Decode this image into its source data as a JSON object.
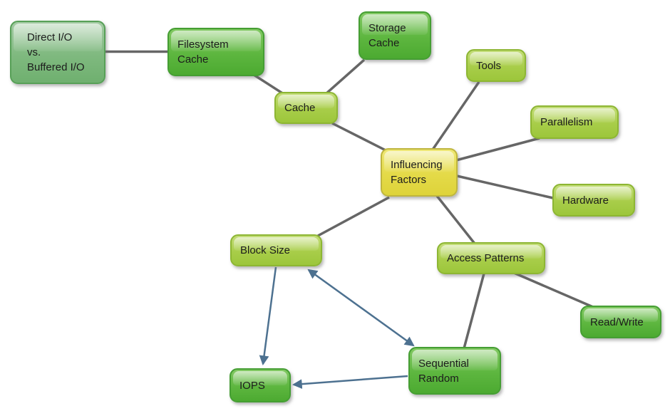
{
  "colors": {
    "node_green": "#4caa31",
    "node_lime": "#9cc63b",
    "node_yellow": "#ded33a",
    "node_sage": "#6fb06f",
    "connector_gray": "#666666",
    "arrow_blue": "#4d7190",
    "text": "#1c1c1c",
    "background": "#ffffff"
  },
  "diagram": {
    "nodes": [
      {
        "id": "direct-io",
        "label": "Direct I/O\nvs.\nBuffered I/O",
        "style": "sage"
      },
      {
        "id": "filesystem-cache",
        "label": "Filesystem\nCache",
        "style": "green"
      },
      {
        "id": "storage-cache",
        "label": "Storage\nCache",
        "style": "green"
      },
      {
        "id": "cache",
        "label": "Cache",
        "style": "lime"
      },
      {
        "id": "tools",
        "label": "Tools",
        "style": "lime"
      },
      {
        "id": "parallelism",
        "label": "Parallelism",
        "style": "lime"
      },
      {
        "id": "influencing-factors",
        "label": "Influencing\nFactors",
        "style": "yellow"
      },
      {
        "id": "hardware",
        "label": "Hardware",
        "style": "lime"
      },
      {
        "id": "block-size",
        "label": "Block Size",
        "style": "lime"
      },
      {
        "id": "access-patterns",
        "label": "Access Patterns",
        "style": "lime"
      },
      {
        "id": "read-write",
        "label": "Read/Write",
        "style": "green"
      },
      {
        "id": "sequential-random",
        "label": "Sequential\nRandom",
        "style": "green"
      },
      {
        "id": "iops",
        "label": "IOPS",
        "style": "green"
      }
    ],
    "edges": [
      {
        "from": "direct-io",
        "to": "filesystem-cache"
      },
      {
        "from": "filesystem-cache",
        "to": "cache"
      },
      {
        "from": "storage-cache",
        "to": "cache"
      },
      {
        "from": "cache",
        "to": "influencing-factors"
      },
      {
        "from": "tools",
        "to": "influencing-factors"
      },
      {
        "from": "parallelism",
        "to": "influencing-factors"
      },
      {
        "from": "hardware",
        "to": "influencing-factors"
      },
      {
        "from": "influencing-factors",
        "to": "access-patterns"
      },
      {
        "from": "influencing-factors",
        "to": "block-size"
      },
      {
        "from": "access-patterns",
        "to": "read-write"
      },
      {
        "from": "access-patterns",
        "to": "sequential-random"
      }
    ],
    "arrows": [
      {
        "from": "block-size",
        "to": "iops",
        "bidirectional": false
      },
      {
        "from": "block-size",
        "to": "sequential-random",
        "bidirectional": true
      },
      {
        "from": "sequential-random",
        "to": "iops",
        "bidirectional": false
      }
    ]
  }
}
